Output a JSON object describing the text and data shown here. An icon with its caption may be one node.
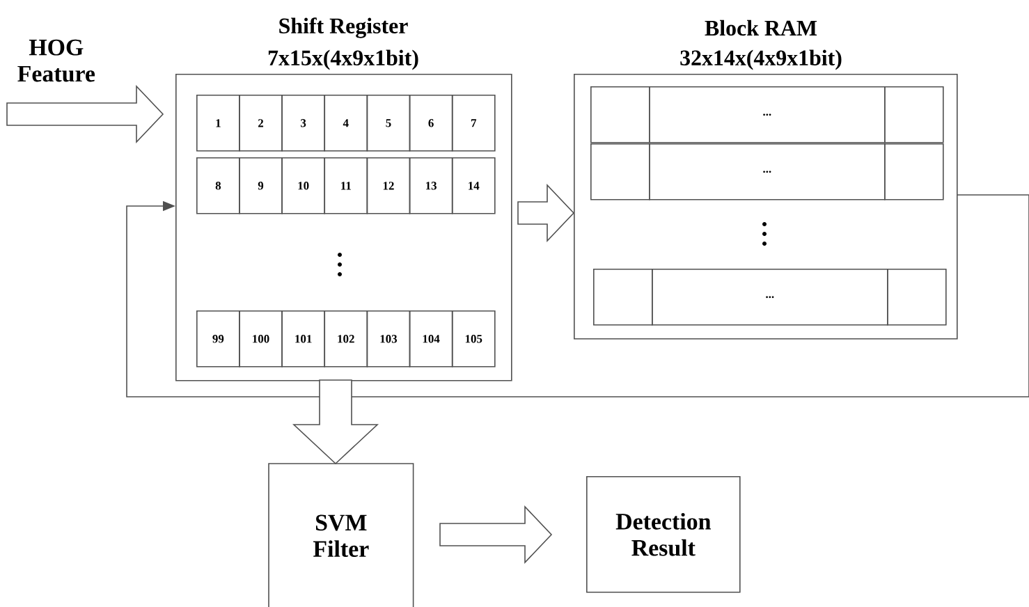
{
  "diagram": {
    "nodes": [
      {
        "text": [
          "HOG Feature"
        ]
      },
      {
        "text": [
          "Shift Register",
          "7x15x(4x9x1bit)"
        ]
      },
      {
        "text": [
          "1"
        ],
        "in": 1
      },
      {
        "text": [
          "2"
        ],
        "in": 1
      },
      {
        "text": [
          "3"
        ],
        "in": 1
      },
      {
        "text": [
          "4"
        ],
        "in": 1
      },
      {
        "text": [
          "5"
        ],
        "in": 1
      },
      {
        "text": [
          "6"
        ],
        "in": 1
      },
      {
        "text": [
          "7"
        ],
        "in": 1
      },
      {
        "text": [
          "8"
        ],
        "in": 1
      },
      {
        "text": [
          "9"
        ],
        "in": 1
      },
      {
        "text": [
          "10"
        ],
        "in": 1
      },
      {
        "text": [
          "11"
        ],
        "in": 1
      },
      {
        "text": [
          "12"
        ],
        "in": 1
      },
      {
        "text": [
          "13"
        ],
        "in": 1
      },
      {
        "text": [
          "14"
        ],
        "in": 1
      },
      {
        "text": [
          "99"
        ],
        "in": 1
      },
      {
        "text": [
          "100"
        ],
        "in": 1
      },
      {
        "text": [
          "101"
        ],
        "in": 1
      },
      {
        "text": [
          "102"
        ],
        "in": 1
      },
      {
        "text": [
          "103"
        ],
        "in": 1
      },
      {
        "text": [
          "104"
        ],
        "in": 1
      },
      {
        "text": [
          "105"
        ],
        "in": 1
      },
      {
        "text": [
          "Block RAM",
          "32x14x(4x9x1bit)"
        ]
      },
      {
        "text": [],
        "shape": "box",
        "in": 23
      },
      {
        "text": [
          "..."
        ],
        "in": 23
      },
      {
        "text": [],
        "shape": "box",
        "in": 23
      },
      {
        "text": [],
        "shape": "box",
        "in": 23
      },
      {
        "text": [
          "..."
        ],
        "in": 23
      },
      {
        "text": [],
        "shape": "box",
        "in": 23
      },
      {
        "text": [],
        "shape": "box",
        "in": 23
      },
      {
        "text": [
          "..."
        ],
        "in": 23
      },
      {
        "text": [],
        "shape": "box",
        "in": 23
      },
      {
        "text": [
          "SVM Filter"
        ]
      },
      {
        "text": [
          "Detection Result"
        ]
      }
    ],
    "edges": [
      {
        "from": 0,
        "to": 1,
        "arrow": "to"
      },
      {
        "from": 1,
        "to": 23,
        "arrow": "to"
      },
      {
        "from": 23,
        "to": 1,
        "arrow": "to"
      },
      {
        "from": 1,
        "to": 33,
        "arrow": "to"
      },
      {
        "from": 33,
        "to": 34,
        "arrow": "to"
      }
    ]
  }
}
